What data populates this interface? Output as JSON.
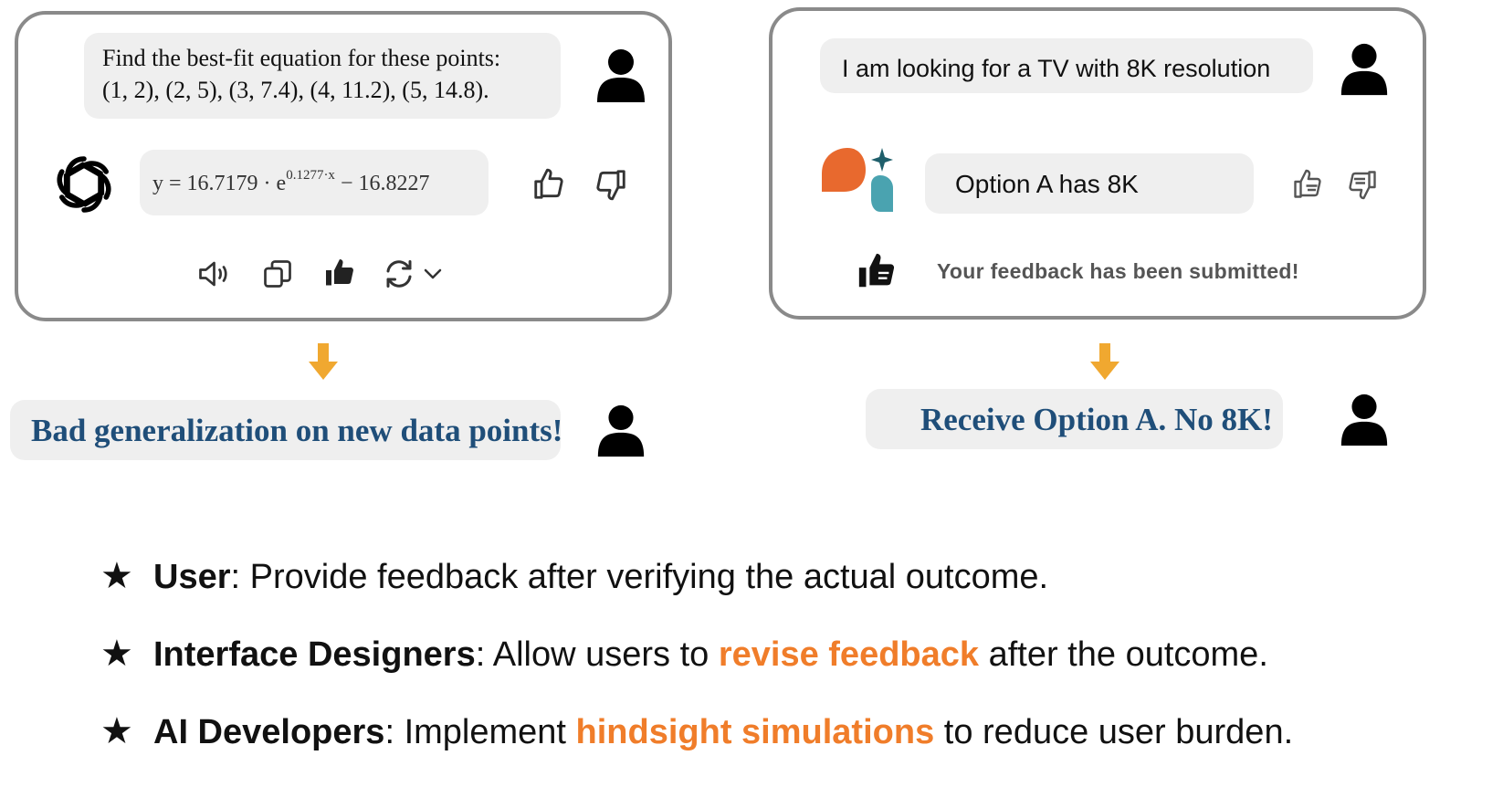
{
  "colors": {
    "panel_border": "#8a8a8a",
    "bubble_bg": "#efefef",
    "result_text": "#1f4e79",
    "arrow": "#f0a830",
    "highlight": "#f07d2a",
    "claude_orange": "#e8692e",
    "claude_teal": "#4aa3b0",
    "claude_star": "#1f5f6b"
  },
  "left": {
    "user_prompt_line1": "Find the best-fit equation for these points:",
    "user_prompt_line2": "(1, 2), (2, 5), (3, 7.4), (4, 11.2), (5, 14.8).",
    "equation_lhs": "y = 16.7179 · e",
    "equation_exp": "0.1277·x",
    "equation_rhs": " − 16.8227",
    "result": "Bad generalization on new data points!",
    "icons": [
      "user-icon",
      "openai-logo-icon",
      "thumbs-up-icon",
      "thumbs-down-icon",
      "speaker-icon",
      "copy-icon",
      "thumbs-up-filled-icon",
      "regenerate-icon",
      "chevron-down-icon"
    ]
  },
  "right": {
    "user_prompt": "I am looking for a TV with 8K resolution",
    "answer": "Option A has 8K",
    "feedback_message": "Your feedback has been submitted!",
    "result": "Receive Option A. No 8K!",
    "icons": [
      "user-icon",
      "claude-logo-icon",
      "thumbs-up-icon",
      "thumbs-down-icon",
      "thumbs-up-filled-icon"
    ]
  },
  "bullets": [
    {
      "role": "User",
      "prefix": ": Provide feedback after verifying the actual outcome.",
      "highlight": "",
      "suffix": ""
    },
    {
      "role": "Interface Designers",
      "prefix": ": Allow users to ",
      "highlight": "revise feedback",
      "suffix": " after the outcome."
    },
    {
      "role": "AI Developers",
      "prefix": ": Implement ",
      "highlight": "hindsight simulations",
      "suffix": " to reduce user burden."
    }
  ],
  "star_glyph": "★"
}
